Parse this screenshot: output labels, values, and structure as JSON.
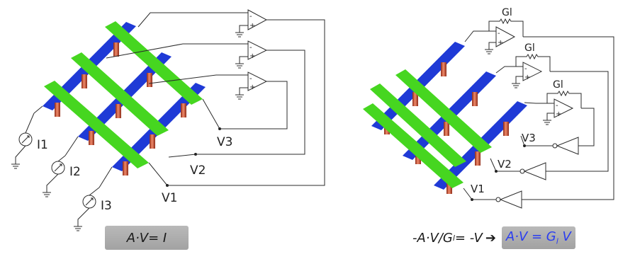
{
  "left_circuit": {
    "sources": [
      "I1",
      "I2",
      "I3"
    ],
    "outputs": [
      "V1",
      "V2",
      "V3"
    ],
    "equation": "A·V= I"
  },
  "right_circuit": {
    "feedback_label": "Gl",
    "outputs": [
      "V1",
      "V2",
      "V3"
    ],
    "equation_prefix": "-A·V/G",
    "equation_sub": "l",
    "equation_mid": " = -V",
    "arrow": "➔",
    "equation_result_a": "A·V = G",
    "equation_result_sub": "l",
    "equation_result_b": " V"
  },
  "colors": {
    "row_bar": "#1f3ad6",
    "col_bar": "#46d620",
    "pillar": "#e07858"
  }
}
